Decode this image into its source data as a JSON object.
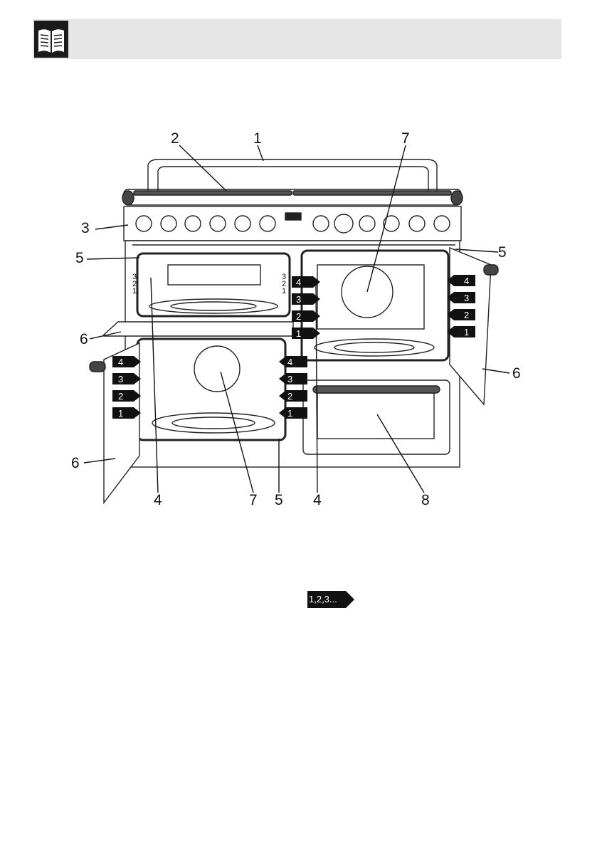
{
  "header": {
    "icon": "open-book-icon"
  },
  "callouts": [
    "1",
    "2",
    "3",
    "4",
    "5",
    "6",
    "7",
    "8"
  ],
  "rack_badges": [
    "1",
    "2",
    "3",
    "4"
  ],
  "left_top_rack_labels": [
    "3",
    "2",
    "1"
  ],
  "legend": {
    "rack_numbering": "1,2,3..."
  },
  "colors": {
    "header_bg": "#e6e6e6",
    "icon_bg": "#1a1a1a",
    "badge_bg": "#111111"
  }
}
